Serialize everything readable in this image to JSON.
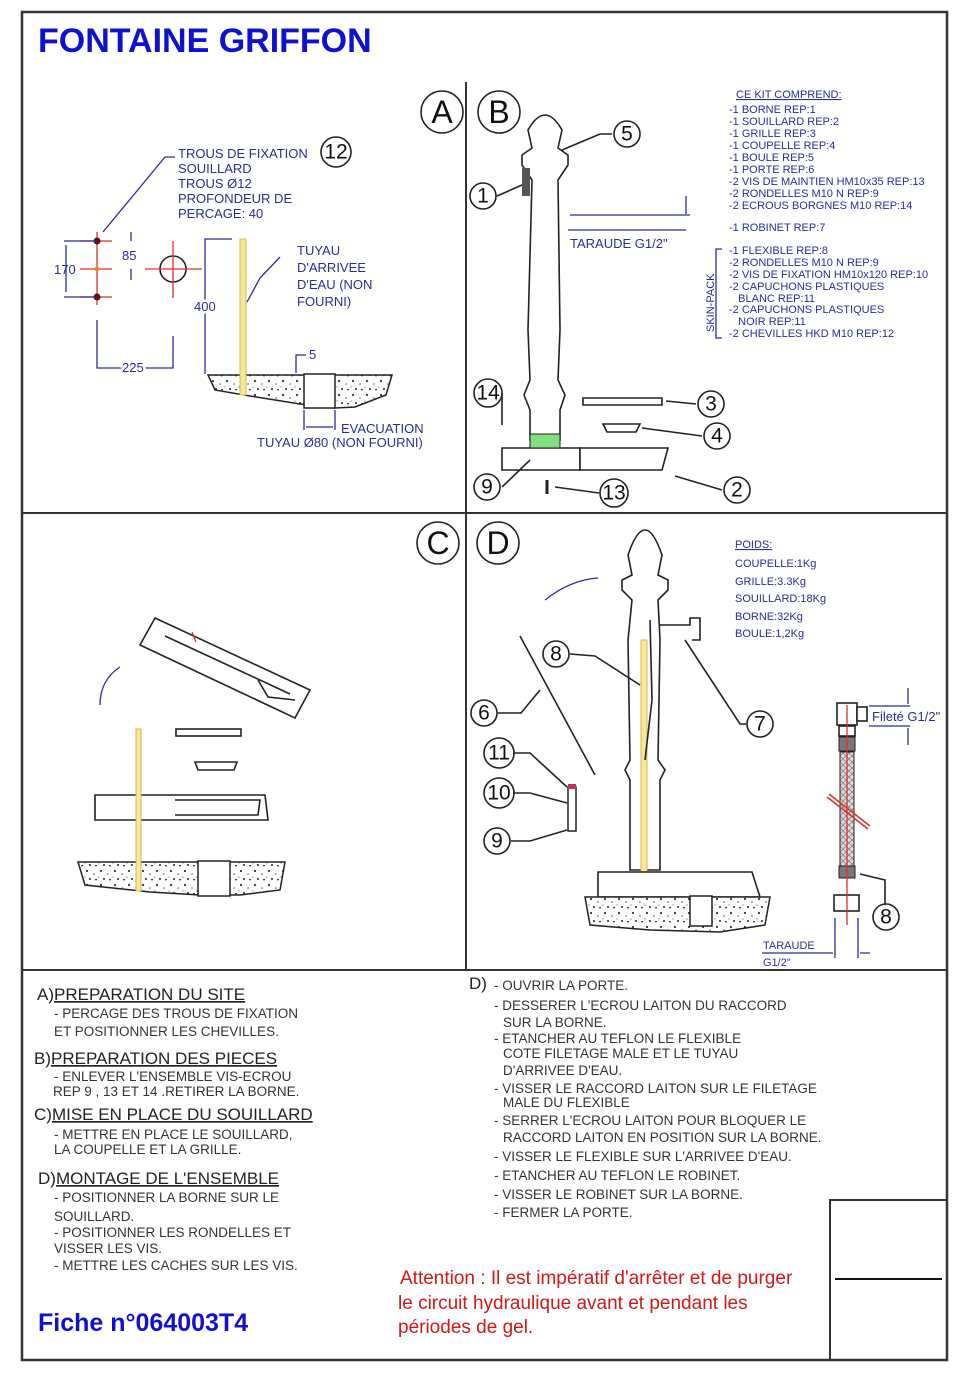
{
  "title": "FONTAINE GRIFFON",
  "sheet_number": "Fiche n°064003T4",
  "panels": {
    "a": "A",
    "b": "B",
    "c": "C",
    "d": "D"
  },
  "panel_a": {
    "fixing_label": [
      "TROUS DE FIXATION",
      "SOUILLARD",
      "TROUS Ø12",
      "PROFONDEUR DE",
      "PERCAGE: 40"
    ],
    "fixing_ref": "12",
    "dim_170": "170",
    "dim_85": "85",
    "dim_225": "225",
    "dim_400": "400",
    "dim_5": "5",
    "pipe_label": [
      "TUYAU",
      "D'ARRIVEE",
      "D'EAU (NON",
      "FOURNI)"
    ],
    "drain_label": [
      "EVACUATION",
      "TUYAU Ø80 (NON FOURNI)"
    ]
  },
  "panel_b": {
    "thread_label": "TARAUDE G1/2\"",
    "refs": [
      "1",
      "5",
      "14",
      "9",
      "13",
      "3",
      "4",
      "2"
    ]
  },
  "kit": {
    "heading": "CE KIT COMPREND:",
    "items": [
      "-1 BORNE REP:1",
      "-1 SOUILLARD REP:2",
      "-1 GRILLE REP:3",
      "-1 COUPELLE REP:4",
      "-1 BOULE REP:5",
      "-1 PORTE REP:6",
      "-2 VIS DE MAINTIEN HM10x35 REP:13",
      "-2 RONDELLES M10 N REP:9",
      "-2 ECROUS BORGNES M10 REP:14"
    ],
    "robinet": "-1 ROBINET REP:7",
    "skin_pack_label": "SKIN-PACK",
    "skin_pack_items": [
      "-1 FLEXIBLE REP:8",
      "-2 RONDELLES M10 N REP:9",
      "-2 VIS DE FIXATION HM10x120 REP:10",
      "-2 CAPUCHONS PLASTIQUES",
      "   BLANC REP:11",
      "-2 CAPUCHONS PLASTIQUES",
      "   NOIR REP:11",
      "-2 CHEVILLES HKD M10 REP:12"
    ]
  },
  "weights": {
    "heading": "POIDS:",
    "items": [
      "COUPELLE:1Kg",
      "GRILLE:3.3Kg",
      "SOUILLARD:18Kg",
      "BORNE:32Kg",
      "BOULE:1,2Kg"
    ]
  },
  "panel_d": {
    "refs": [
      "8",
      "6",
      "7",
      "11",
      "10",
      "9",
      "8"
    ],
    "threaded_label": "Fileté G1/2\"",
    "tapped_label": [
      "TARAUDE",
      "G1/2\""
    ]
  },
  "instructions": {
    "a": {
      "prefix": "A)",
      "title": "PREPARATION DU SITE",
      "lines": [
        "- PERCAGE DES TROUS DE FIXATION",
        "ET POSITIONNER LES CHEVILLES."
      ]
    },
    "b": {
      "prefix": "B)",
      "title": "PREPARATION DES PIECES",
      "lines": [
        "- ENLEVER L'ENSEMBLE VIS-ECROU",
        "REP 9 , 13 ET 14 .RETIRER LA BORNE."
      ]
    },
    "c": {
      "prefix": "C)",
      "title": "MISE EN PLACE DU SOUILLARD",
      "lines": [
        "- METTRE EN PLACE LE SOUILLARD,",
        "LA COUPELLE ET LA GRILLE."
      ]
    },
    "d": {
      "prefix": "D)",
      "title": "MONTAGE DE L'ENSEMBLE",
      "lines": [
        "- POSITIONNER LA BORNE SUR LE",
        "SOUILLARD.",
        "- POSITIONNER LES RONDELLES ET",
        "VISSER LES VIS.",
        "- METTRE LES CACHES SUR LES VIS."
      ]
    },
    "d2": {
      "prefix": "D)",
      "lines": [
        "- OUVRIR LA PORTE.",
        "- DESSERER L'ECROU LAITON DU RACCORD",
        "SUR LA BORNE.",
        "- ETANCHER AU TEFLON LE FLEXIBLE",
        "COTE FILETAGE MALE ET LE TUYAU",
        "D'ARRIVEE D'EAU.",
        "- VISSER LE RACCORD LAITON SUR LE FILETAGE",
        "MALE DU FLEXIBLE",
        "- SERRER L'ECROU LAITON POUR BLOQUER LE",
        "RACCORD LAITON EN POSITION SUR LA BORNE.",
        "- VISSER LE FLEXIBLE SUR L'ARRIVEE D'EAU.",
        "- ETANCHER AU TEFLON LE ROBINET.",
        "- VISSER LE ROBINET SUR LA BORNE.",
        "- FERMER LA PORTE."
      ]
    }
  },
  "warning": [
    "Attention : Il est impératif d'arrêter et de purger",
    "le circuit hydraulique avant et pendant les",
    "périodes de gel."
  ],
  "colors": {
    "title": "#1010d0",
    "annotation": "#2b2b9e",
    "warning": "#d01818",
    "pipe": "#f6e79a",
    "axis": "#e0302a"
  }
}
